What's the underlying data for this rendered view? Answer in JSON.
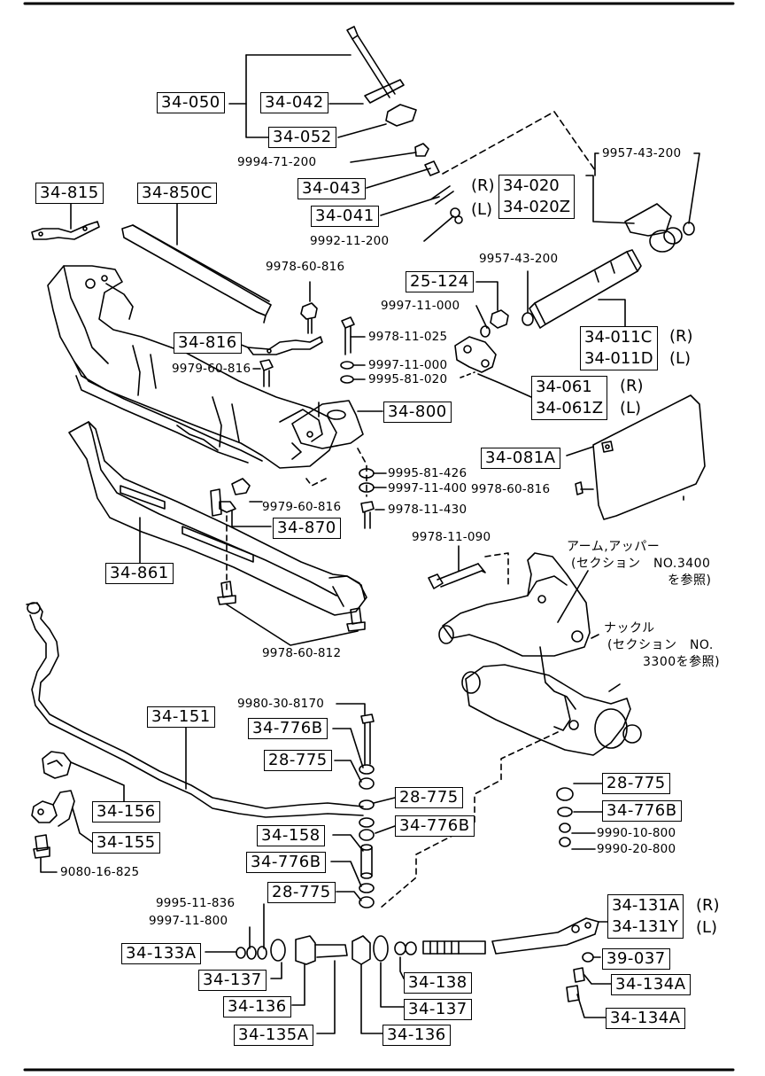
{
  "parts": {
    "p34_050": "34-050",
    "p34_042": "34-042",
    "p34_052": "34-052",
    "p9994_71_200": "9994-71-200",
    "p34_043": "34-043",
    "p34_041": "34-041",
    "p9992_11_200": "9992-11-200",
    "p34_020": "34-020",
    "p34_020z": "34-020Z",
    "p9957_43_200_a": "9957-43-200",
    "p34_815": "34-815",
    "p34_850c": "34-850C",
    "p9978_60_816_a": "9978-60-816",
    "p9957_43_200_b": "9957-43-200",
    "p25_124": "25-124",
    "p9997_11_000_a": "9997-11-000",
    "p34_011c": "34-011C",
    "p34_011d": "34-011D",
    "p34_816": "34-816",
    "p9978_11_025": "9978-11-025",
    "p9997_11_000_b": "9997-11-000",
    "p9979_60_816_a": "9979-60-816",
    "p9995_81_020": "9995-81-020",
    "p34_061": "34-061",
    "p34_061z": "34-061Z",
    "p34_800": "34-800",
    "p34_081a": "34-081A",
    "p9995_81_426": "9995-81-426",
    "p9997_11_400": "9997-11-400",
    "p9978_60_816_b": "9978-60-816",
    "p9979_60_816_b": "9979-60-816",
    "p9978_11_430": "9978-11-430",
    "p34_870": "34-870",
    "p9978_11_090": "9978-11-090",
    "p34_861": "34-861",
    "p9978_60_812": "9978-60-812",
    "p9980_30_8170": "9980-30-8170",
    "p34_151": "34-151",
    "p34_776b_a": "34-776B",
    "p28_775_a": "28-775",
    "p28_775_b": "28-775",
    "p34_776b_b": "34-776B",
    "p34_156": "34-156",
    "p34_155": "34-155",
    "p9080_16_825": "9080-16-825",
    "p34_158": "34-158",
    "p34_776b_c": "34-776B",
    "p28_775_c": "28-775",
    "p28_775_d": "28-775",
    "p34_776b_d": "34-776B",
    "p9990_10_800": "9990-10-800",
    "p9990_20_800": "9990-20-800",
    "p9995_11_836": "9995-11-836",
    "p9997_11_800": "9997-11-800",
    "p34_133a": "34-133A",
    "p34_137_a": "34-137",
    "p34_136_a": "34-136",
    "p34_135a": "34-135A",
    "p34_138": "34-138",
    "p34_137_b": "34-137",
    "p34_136_b": "34-136",
    "p34_131a": "34-131A",
    "p34_131y": "34-131Y",
    "p39_037": "39-037",
    "p34_134a_a": "34-134A",
    "p34_134a_b": "34-134A"
  },
  "sides": {
    "right": "(R)",
    "left": "(L)"
  },
  "notes": {
    "arm_line1": "アーム,アッパー",
    "arm_line2": "(セクション　NO.3400",
    "arm_line3": "を参照)",
    "knuckle_line1": "ナックル",
    "knuckle_line2": "(セクション　NO.",
    "knuckle_line3": "3300を参照)"
  }
}
